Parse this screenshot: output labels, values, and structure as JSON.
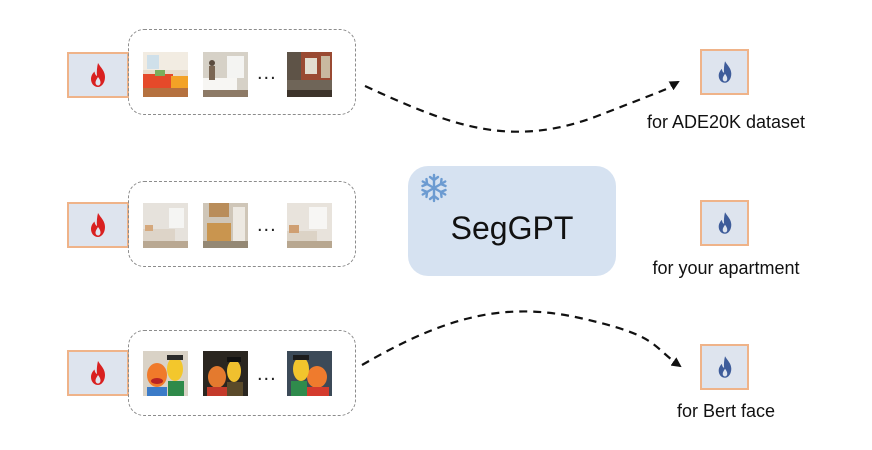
{
  "model": {
    "name": "SegGPT",
    "icon": "snowflake-icon"
  },
  "prompt_icon": "flame-icon",
  "output_icon": "flame-icon",
  "ellipsis": "...",
  "rows": [
    {
      "output_label": "for ADE20K dataset",
      "thumbnails": [
        "living-room-thumbnail",
        "bedroom-thumbnail",
        "brick-room-thumbnail"
      ]
    },
    {
      "output_label": "for your apartment",
      "thumbnails": [
        "apartment-bedroom-thumbnail",
        "apartment-kitchen-thumbnail",
        "apartment-room-thumbnail"
      ]
    },
    {
      "output_label": "for Bert face",
      "thumbnails": [
        "bert-ernie-thumbnail",
        "bert-ernie-thumbnail",
        "bert-ernie-thumbnail"
      ]
    }
  ],
  "colors": {
    "prompt_fill": "#dee4ee",
    "prompt_border": "#efb389",
    "red_flame": "#d92020",
    "blue_flame": "#3e5c9a",
    "model_fill": "#d6e2f1",
    "snowflake": "#6c9bd1"
  }
}
